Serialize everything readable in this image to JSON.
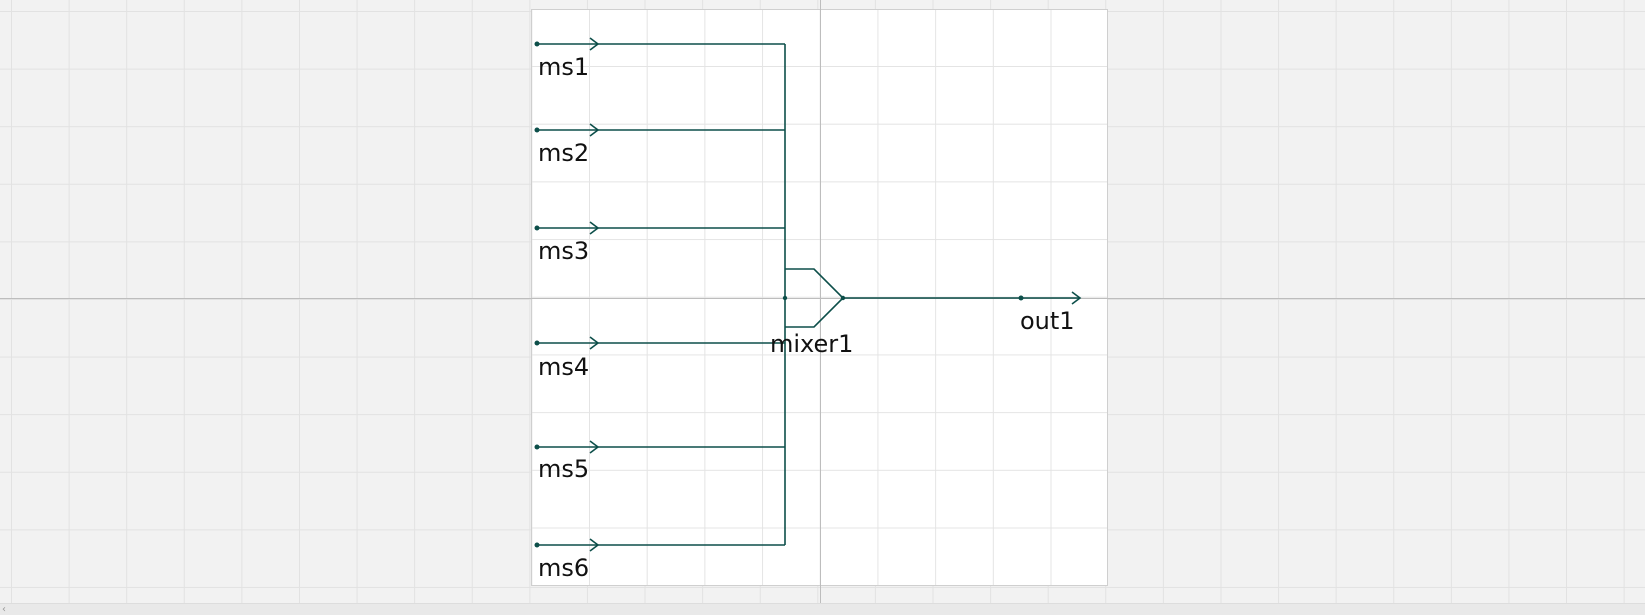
{
  "diagram": {
    "wire_color": "#0d4f4a",
    "inputs": [
      {
        "label": "ms1"
      },
      {
        "label": "ms2"
      },
      {
        "label": "ms3"
      },
      {
        "label": "ms4"
      },
      {
        "label": "ms5"
      },
      {
        "label": "ms6"
      }
    ],
    "mixer": {
      "label": "mixer1"
    },
    "output": {
      "label": "out1"
    }
  },
  "scrollbar": {
    "left_arrow": "‹"
  }
}
